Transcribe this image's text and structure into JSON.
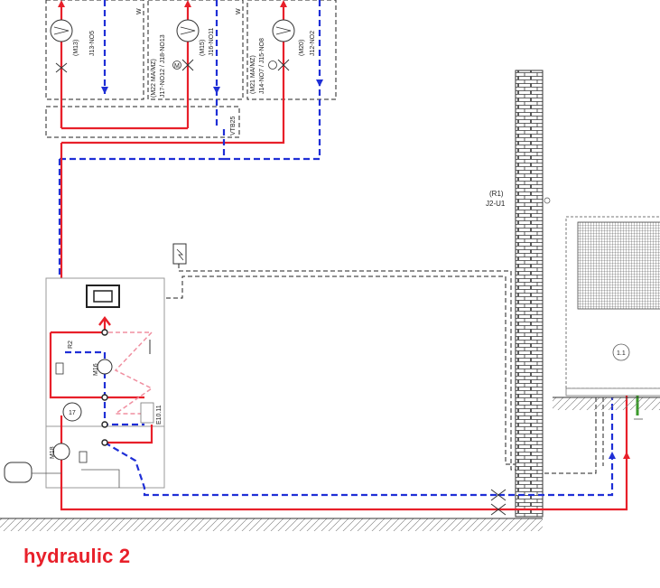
{
  "title": "hydraulic 2",
  "labels": {
    "m13": "(M13)",
    "j13": "J13-NO5",
    "m22": "(M22 MA/MZ)",
    "j17": "J17-NO12 / J18-NO13",
    "m15": "(M15)",
    "j16": "J16-NO11",
    "m21": "(M21 MA/MZ)",
    "j14": "J14-NO7 / J15-NO8",
    "m20": "(M20)",
    "j12": "J12-NO2",
    "vtb25": "VTB25",
    "w1": "W",
    "w2": "W",
    "r1": "(R1)",
    "j2": "J2-U1",
    "unit": "1.1",
    "tank_num": "17",
    "e10": "E10.11",
    "m16": "M16",
    "m18": "M18",
    "r2": "R2",
    "m_valve": "M"
  },
  "colors": {
    "supply": "#e8202a",
    "return": "#1f2fd6",
    "title": "#e8202a"
  }
}
